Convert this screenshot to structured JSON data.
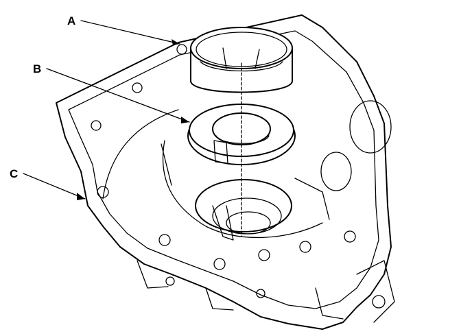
{
  "callouts": [
    {
      "id": "A",
      "label": "A"
    },
    {
      "id": "B",
      "label": "B"
    },
    {
      "id": "C",
      "label": "C"
    }
  ],
  "colors": {
    "ink": "#000000",
    "paper": "#ffffff"
  }
}
